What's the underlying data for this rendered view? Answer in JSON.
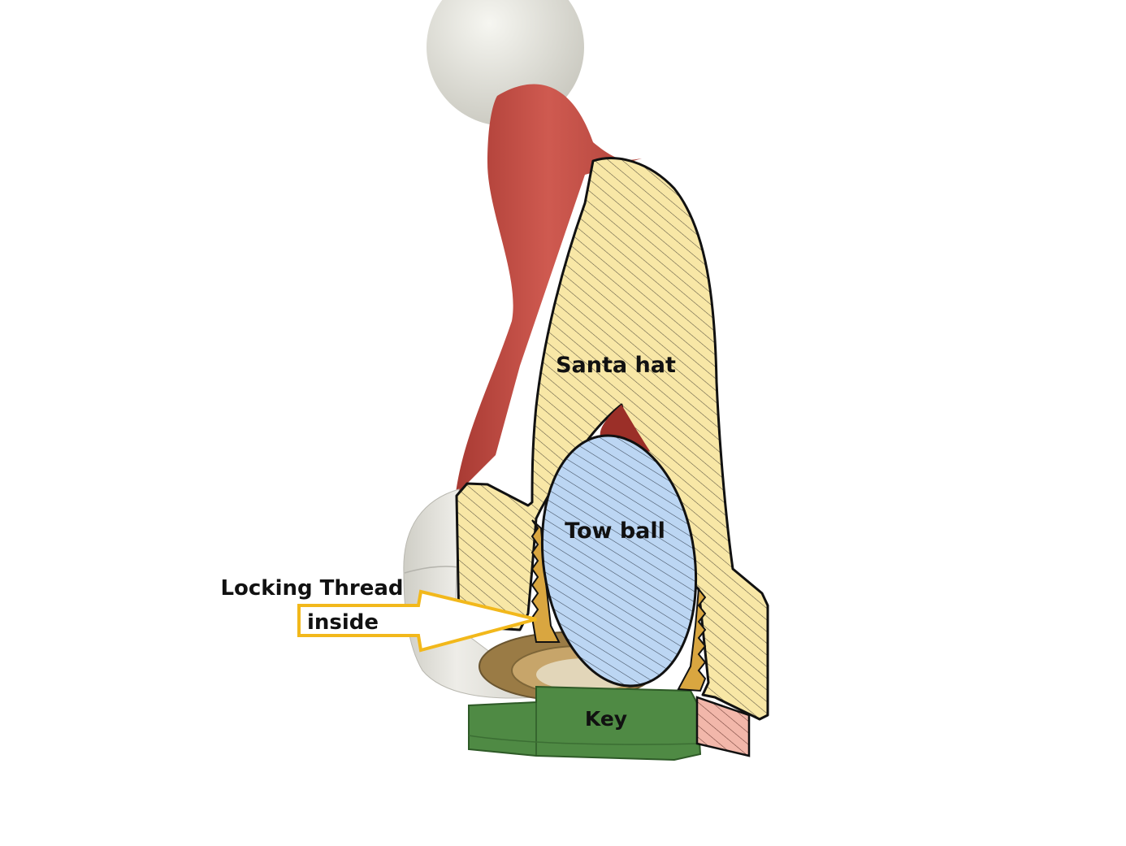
{
  "labels": {
    "santa_hat": "Santa hat",
    "tow_ball": "Tow ball",
    "key": "Key",
    "callout_line1": "Locking Thread",
    "callout_line2": "inside"
  },
  "colors": {
    "background": "#ffffff",
    "hat_section": "#f8e7a6",
    "ball_section": "#bcd6f3",
    "hat_body": "#c24e45",
    "pompom": "#e3e2da",
    "key": "#4f8a44",
    "thread": "#d9a640",
    "collar": "#e6e5df",
    "red_section": "#f2b7aa",
    "callout": "#f2b81b"
  }
}
